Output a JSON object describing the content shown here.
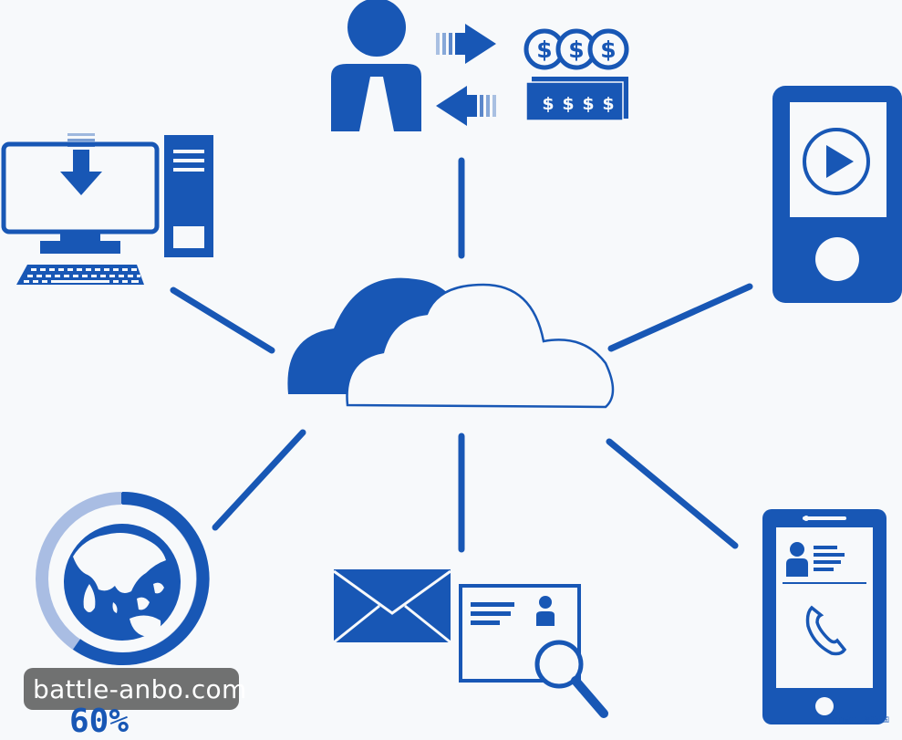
{
  "colors": {
    "primary": "#1857b5",
    "background": "#f7f9fb"
  },
  "nodes": [
    {
      "id": "payment",
      "icon": "person-money-exchange-icon"
    },
    {
      "id": "desktop",
      "icon": "desktop-computer-download-icon"
    },
    {
      "id": "media-phone",
      "icon": "mobile-phone-play-icon"
    },
    {
      "id": "globe",
      "icon": "globe-progress-icon",
      "label": "60%"
    },
    {
      "id": "mail-search",
      "icon": "envelope-id-card-search-icon"
    },
    {
      "id": "contact-phone",
      "icon": "smartphone-contact-call-icon"
    }
  ],
  "hub": {
    "icon": "cloud-icon"
  },
  "watermark": {
    "text": "battle-anbo.com"
  },
  "credit": {
    "text": "©百家号／视觉中国"
  }
}
